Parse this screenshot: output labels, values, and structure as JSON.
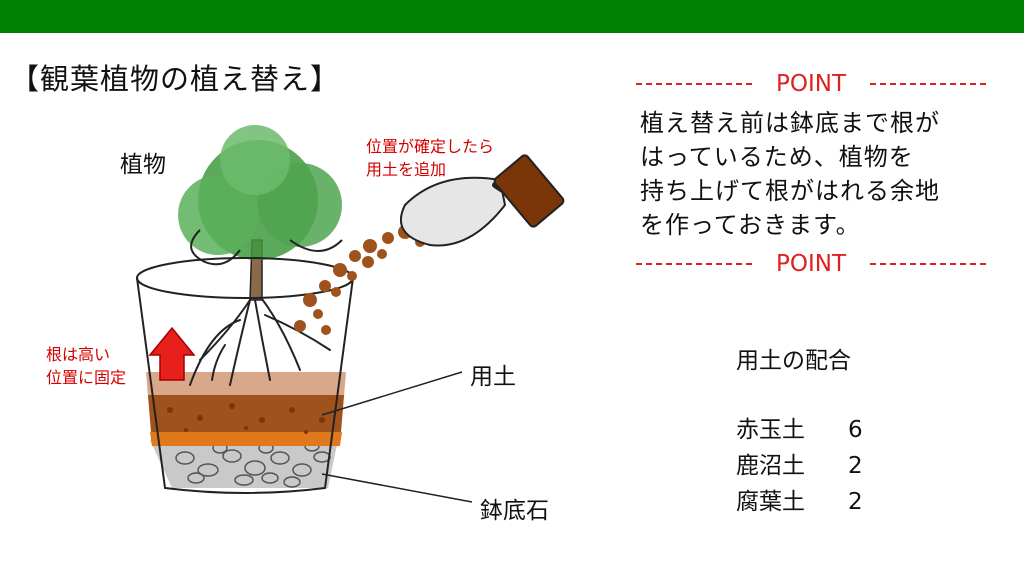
{
  "header": {
    "bar_color": "#008000"
  },
  "title": "【観葉植物の植え替え】",
  "diagram": {
    "plant_label": "植物",
    "soil_label": "用土",
    "pot_stones_label": "鉢底石",
    "add_soil_note": [
      "位置が確定したら",
      "用土を追加"
    ],
    "root_note": [
      "根は高い",
      "位置に固定"
    ],
    "colors": {
      "note_red": "#d40000",
      "arrow_red": "#e8201c",
      "leaf_green": "#3f9a3f",
      "soil_brown": "#a0521c",
      "trowel_handle": "#7a3608"
    }
  },
  "point": {
    "header": "POINT",
    "footer": "POINT",
    "lines": [
      "植え替え前は鉢底まで根が",
      "はっているため、植物を",
      "持ち上げて根がはれる余地",
      "を作っておきます。"
    ],
    "color": "#e02020"
  },
  "soil_mix": {
    "title": "用土の配合",
    "items": [
      {
        "name": "赤玉土",
        "ratio": "6"
      },
      {
        "name": "鹿沼土",
        "ratio": "2"
      },
      {
        "name": "腐葉土",
        "ratio": "2"
      }
    ]
  }
}
